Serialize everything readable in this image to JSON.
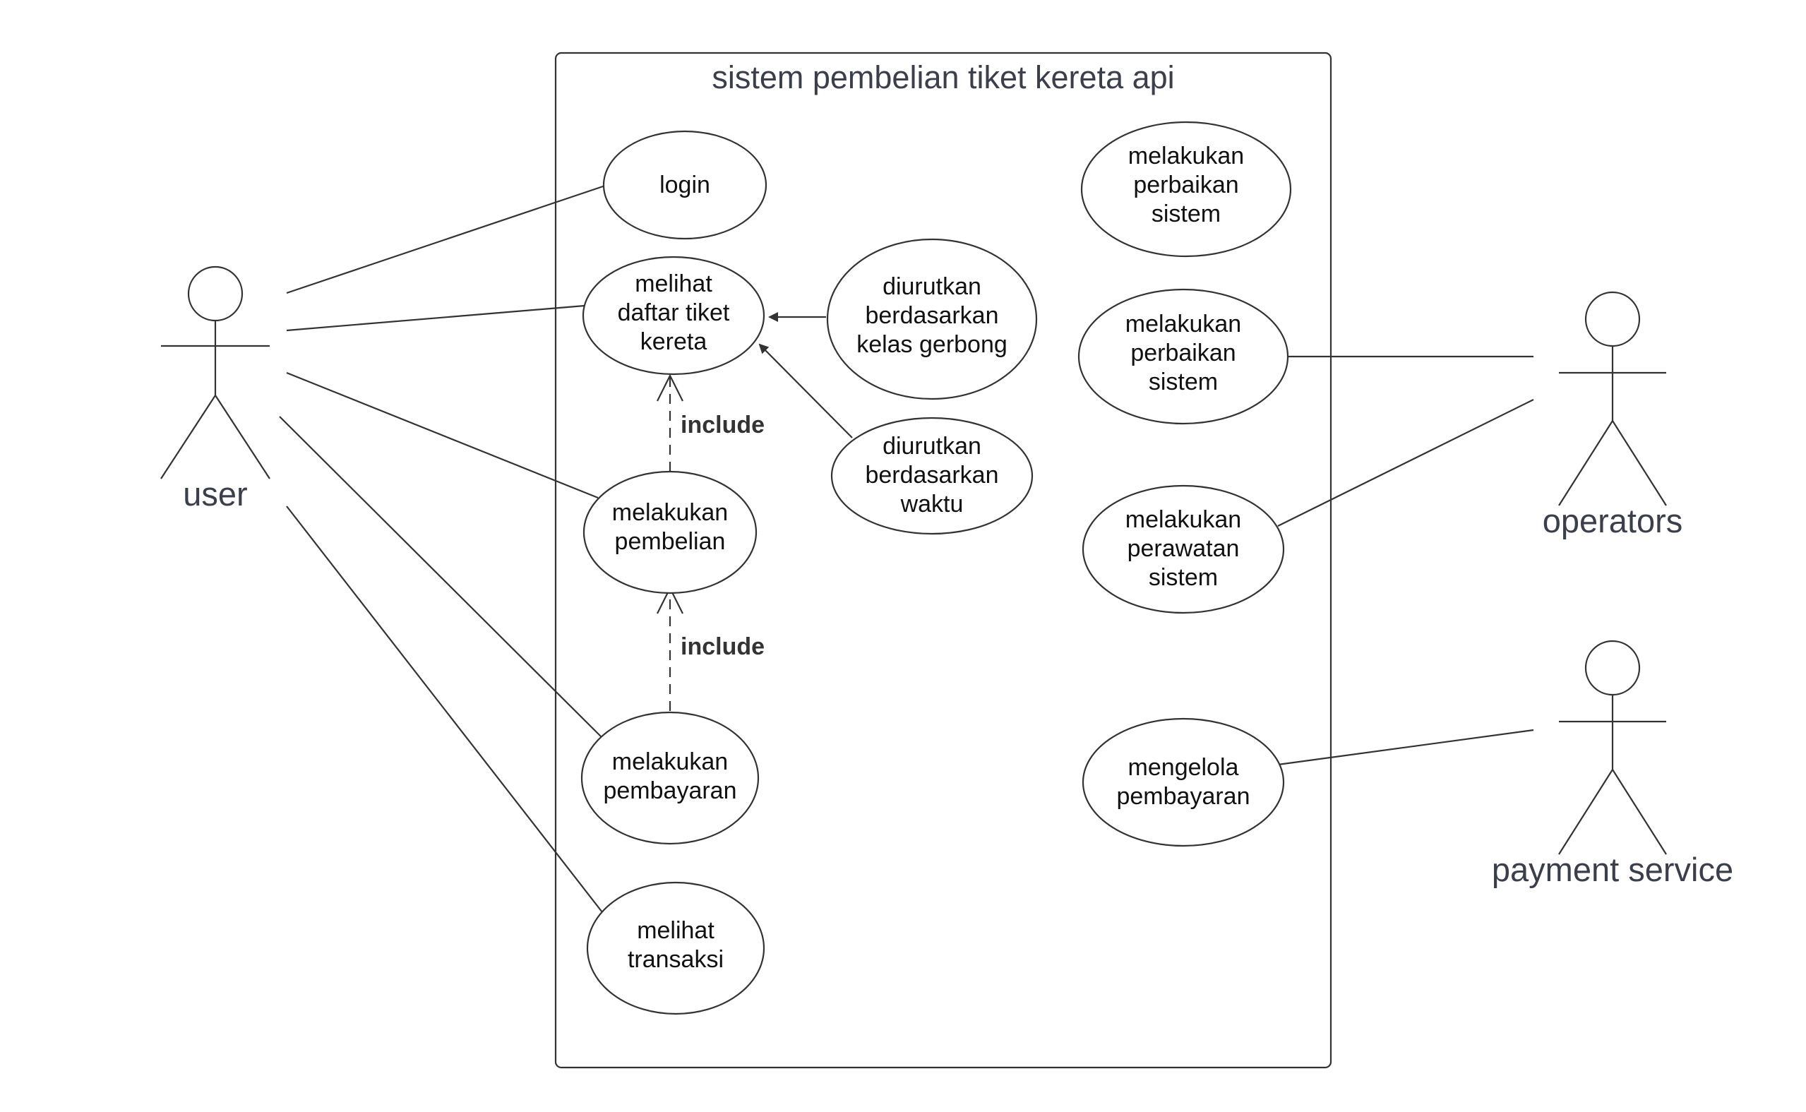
{
  "system": {
    "title": "sistem pembelian tiket kereta api"
  },
  "actors": {
    "user": "user",
    "operators": "operators",
    "payment_service": "payment service"
  },
  "use_cases": {
    "login": [
      "login"
    ],
    "melihat_daftar": [
      "melihat",
      "daftar tiket",
      "kereta"
    ],
    "diurutkan_kelas": [
      "diurutkan",
      "berdasarkan",
      "kelas gerbong"
    ],
    "diurutkan_waktu": [
      "diurutkan",
      "berdasarkan",
      "waktu"
    ],
    "melakukan_pembelian": [
      "melakukan",
      "pembelian"
    ],
    "melakukan_pembayaran": [
      "melakukan",
      "pembayaran"
    ],
    "melihat_transaksi": [
      "melihat",
      "transaksi"
    ],
    "perbaikan_1": [
      "melakukan",
      "perbaikan",
      "sistem"
    ],
    "perbaikan_2": [
      "melakukan",
      "perbaikan",
      "sistem"
    ],
    "perawatan": [
      "melakukan",
      "perawatan",
      "sistem"
    ],
    "mengelola_pembayaran": [
      "mengelola",
      "pembayaran"
    ]
  },
  "relations": {
    "include_1": "include",
    "include_2": "include"
  }
}
